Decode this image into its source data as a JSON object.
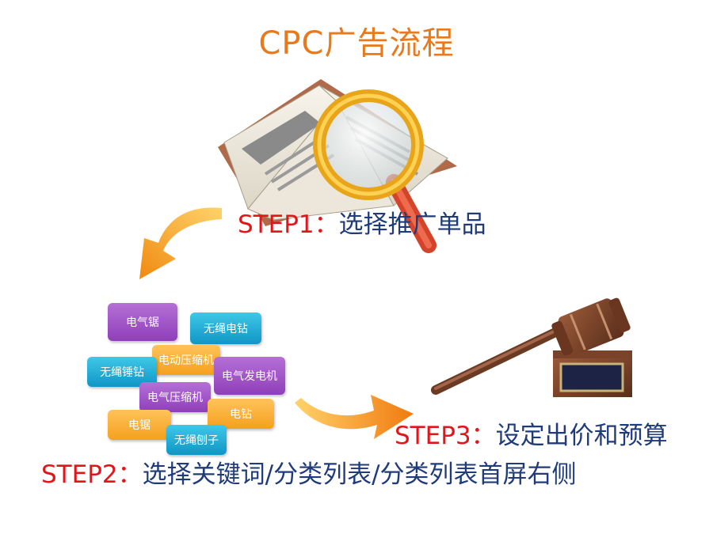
{
  "title": "CPC广告流程",
  "steps": [
    {
      "label": "STEP1",
      "sep": "：",
      "text": "选择推广单品"
    },
    {
      "label": "STEP2",
      "sep": "：",
      "text": "选择关键词/分类列表/分类列表首屏右侧"
    },
    {
      "label": "STEP3",
      "sep": "：",
      "text": "设定出价和预算"
    }
  ],
  "tags": [
    {
      "text": "电气锯",
      "color": "purple"
    },
    {
      "text": "无绳电钻",
      "color": "cyan"
    },
    {
      "text": "电动压缩机",
      "color": "orange"
    },
    {
      "text": "无绳锤钻",
      "color": "cyan"
    },
    {
      "text": "电气发电机",
      "color": "purple"
    },
    {
      "text": "电气压缩机",
      "color": "purple"
    },
    {
      "text": "电钻",
      "color": "orange"
    },
    {
      "text": "电锯",
      "color": "orange"
    },
    {
      "text": "无绳刨子",
      "color": "cyan"
    }
  ],
  "icons": {
    "book": "open-book-magnifier-icon",
    "gavel": "auction-gavel-icon",
    "arrow_down": "curved-arrow-down-icon",
    "arrow_right": "curved-arrow-right-icon"
  }
}
